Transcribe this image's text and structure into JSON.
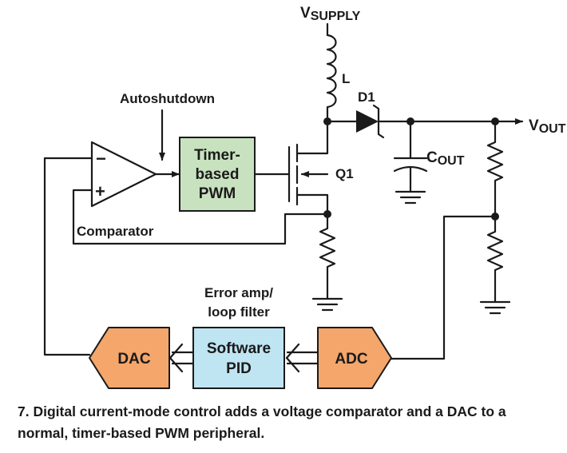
{
  "diagram": {
    "supply_label": "V",
    "supply_sub": "SUPPLY",
    "inductor_label": "L",
    "diode_label": "D1",
    "output_label": "V",
    "output_sub": "OUT",
    "cap_label": "C",
    "cap_sub": "OUT",
    "transistor_label": "Q1",
    "autoshutdown_label": "Autoshutdown",
    "comparator_label": "Comparator",
    "comparator_minus": "−",
    "comparator_plus": "+",
    "pwm_line1": "Timer-",
    "pwm_line2": "based",
    "pwm_line3": "PWM",
    "error_amp_line1": "Error amp/",
    "error_amp_line2": "loop filter",
    "pid_line1": "Software",
    "pid_line2": "PID",
    "dac_label": "DAC",
    "adc_label": "ADC"
  },
  "caption": "7. Digital current-mode control adds a voltage comparator and a DAC to a normal, timer-based PWM peripheral.",
  "colors": {
    "pwm_fill": "#c8e2bf",
    "pid_fill": "#bfe4f2",
    "converter_fill": "#f4a66b",
    "line": "#1a1a1a"
  }
}
